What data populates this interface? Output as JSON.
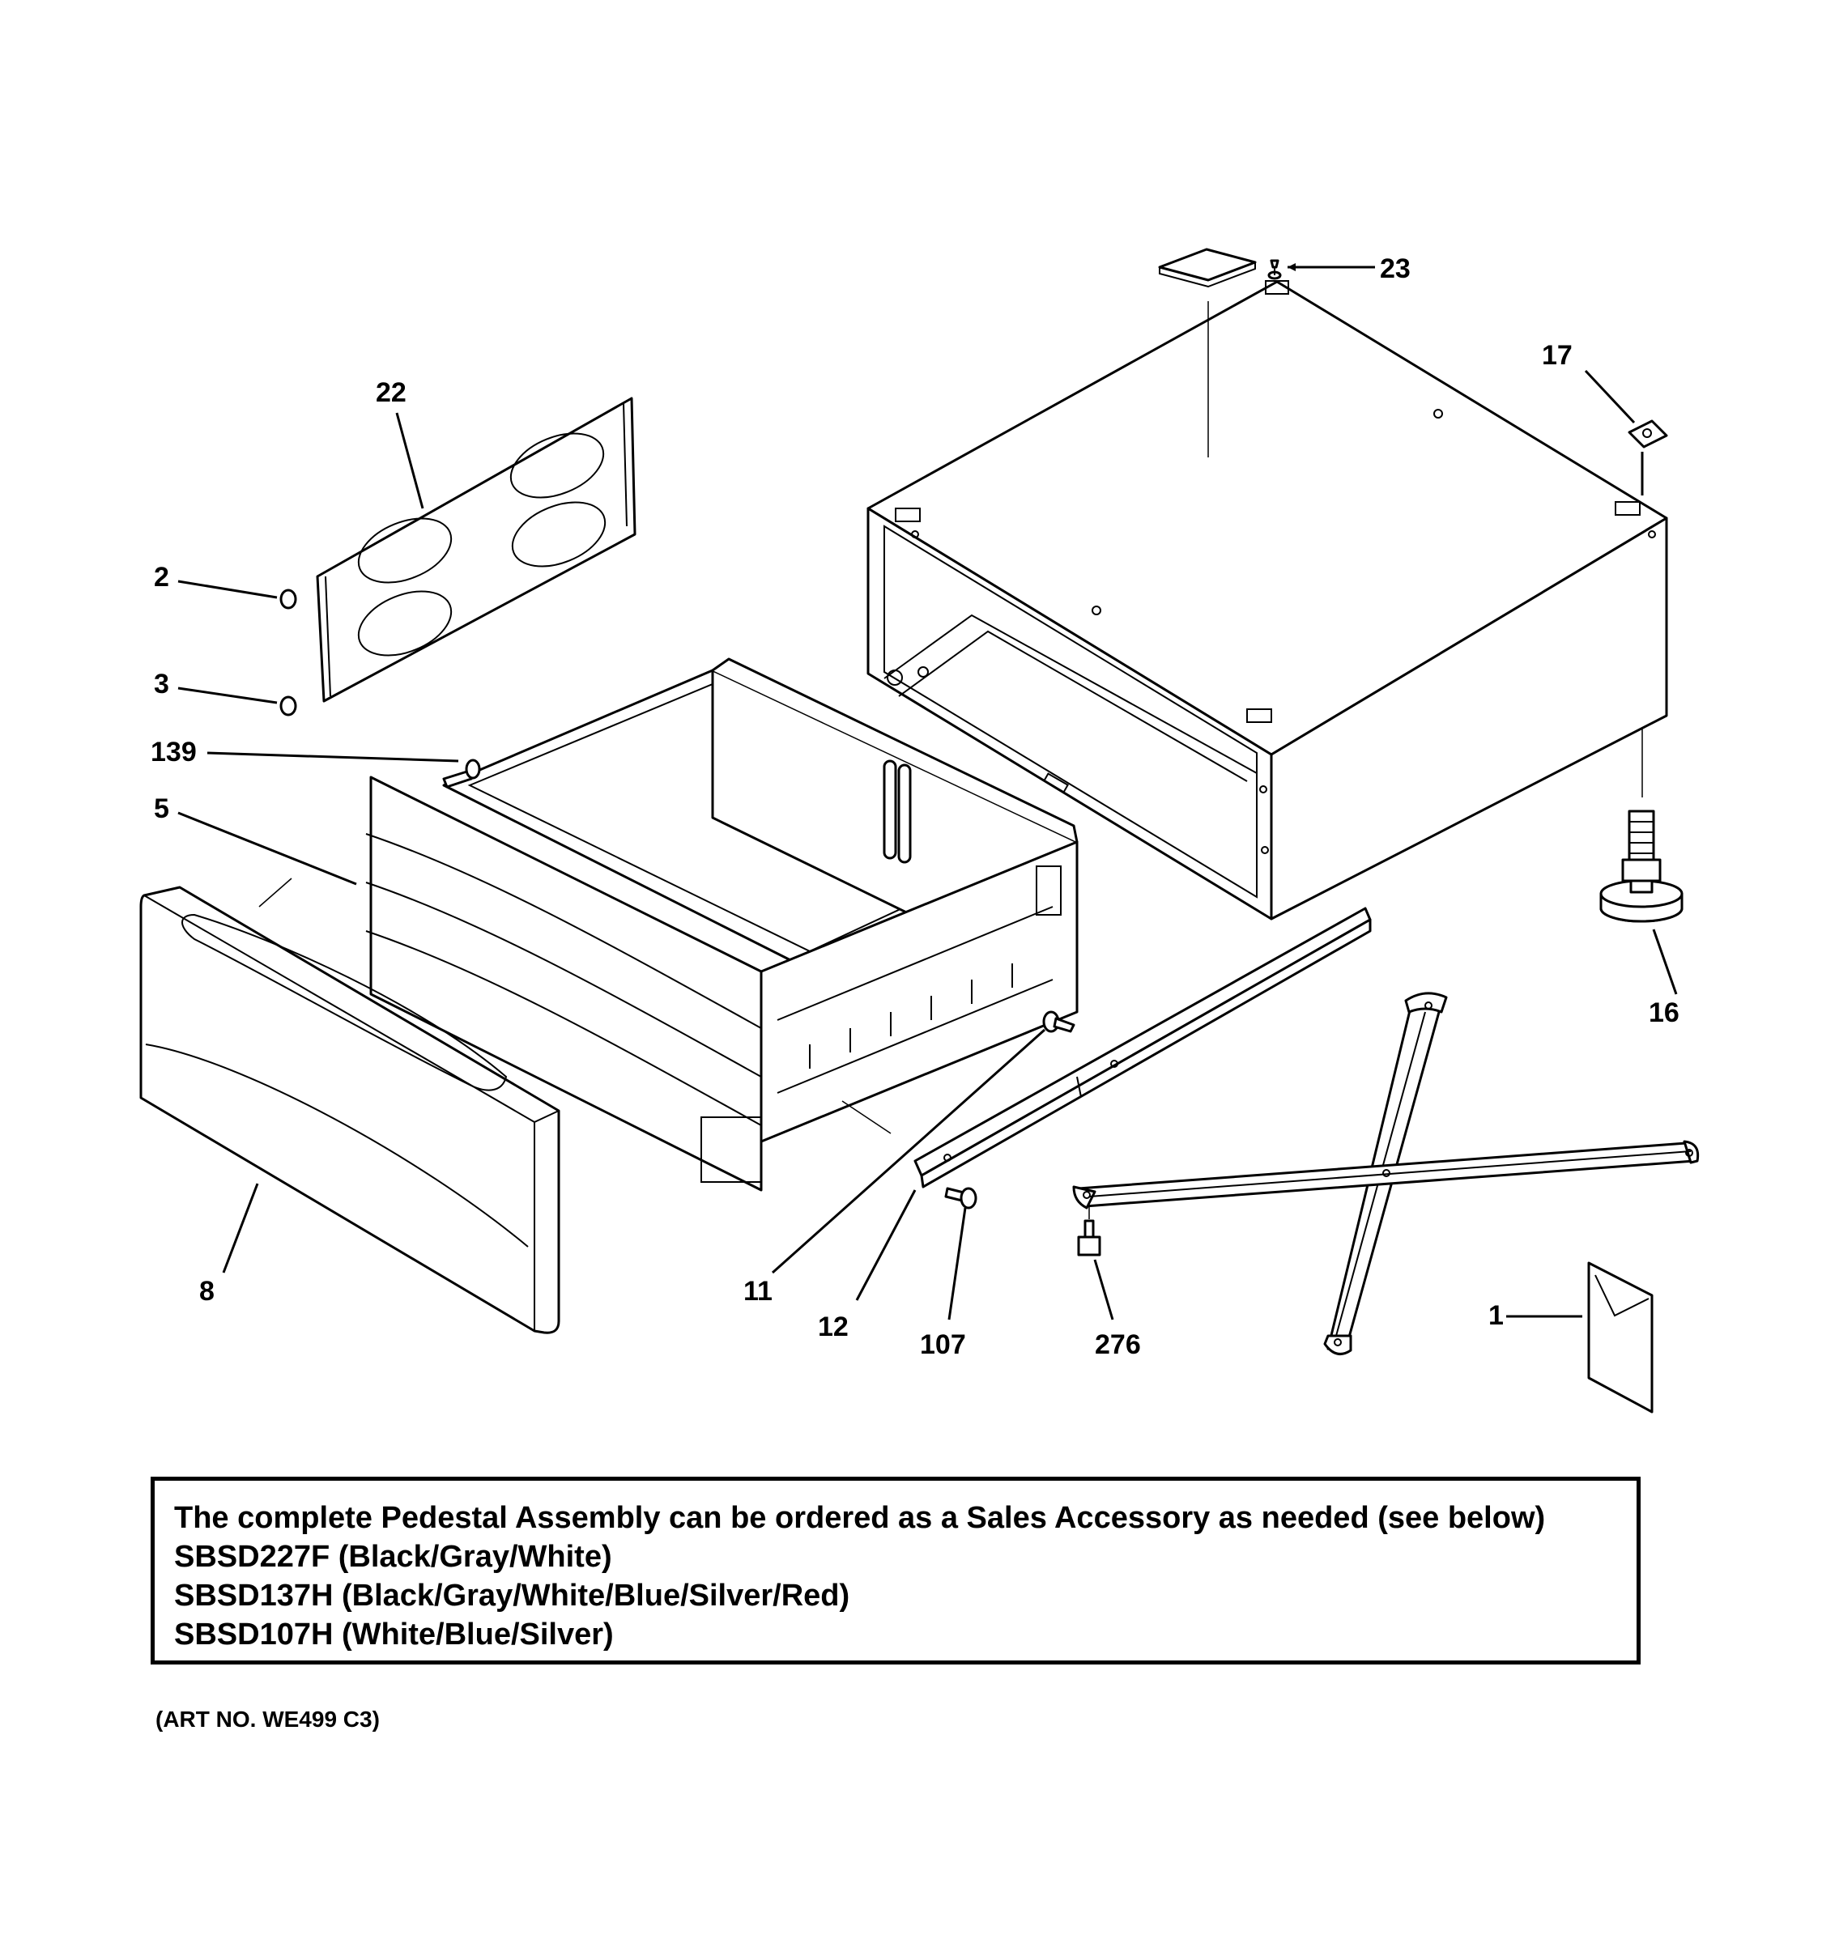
{
  "callouts": {
    "c23": "23",
    "c17": "17",
    "c22": "22",
    "c2": "2",
    "c3": "3",
    "c139": "139",
    "c5": "5",
    "c16": "16",
    "c8": "8",
    "c11": "11",
    "c12": "12",
    "c107": "107",
    "c276": "276",
    "c1": "1"
  },
  "note": {
    "line1": "The complete Pedestal Assembly can be ordered as a Sales Accessory as needed (see below)",
    "line2": "SBSD227F (Black/Gray/White)",
    "line3": "SBSD137H (Black/Gray/White/Blue/Silver/Red)",
    "line4": "SBSD107H (White/Blue/Silver)"
  },
  "art_number": "(ART NO. WE499 C3)"
}
